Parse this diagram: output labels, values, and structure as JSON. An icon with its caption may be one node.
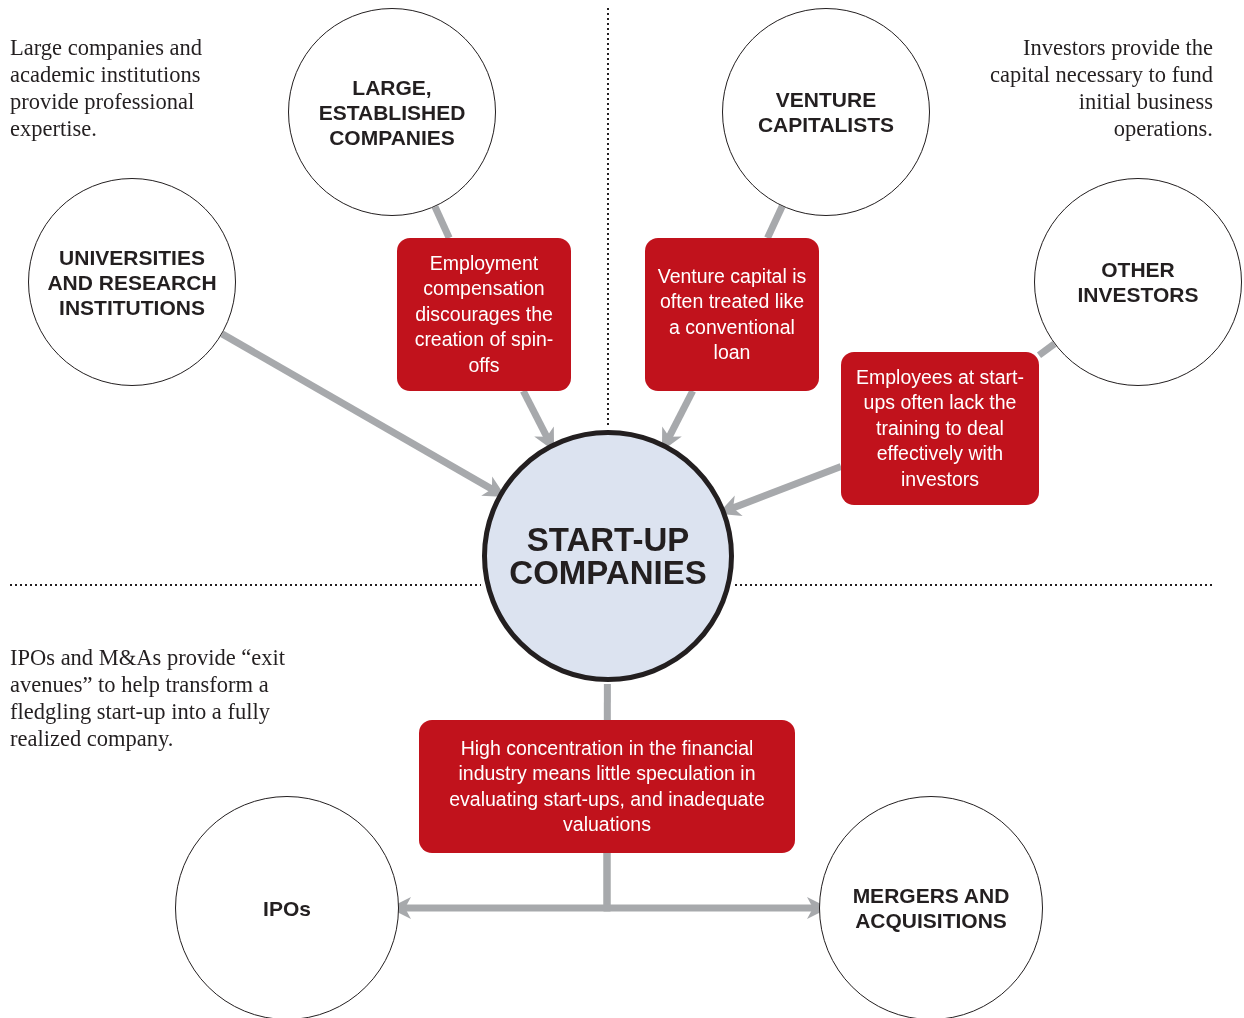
{
  "diagram": {
    "nodes": [
      {
        "text": [
          "LARGE, ESTABLISHED COMPANIES"
        ]
      },
      {
        "text": [
          "VENTURE CAPITALISTS"
        ]
      },
      {
        "text": [
          "UNIVERSITIES AND RESEARCH INSTITUTIONS"
        ]
      },
      {
        "text": [
          "OTHER INVESTORS"
        ]
      },
      {
        "text": [
          "Employment compensation discourages the creation of spin-offs"
        ]
      },
      {
        "text": [
          "Venture capital is often treated like a conventional loan"
        ]
      },
      {
        "text": [
          "Employees at start-ups often lack the training to deal effectively with investors"
        ]
      },
      {
        "text": [
          "START-UP COMPANIES"
        ]
      },
      {
        "text": [
          "High concentration in the financial industry means little speculation in evaluating start-ups, and inadequate valuations"
        ]
      },
      {
        "text": [
          "IPOs"
        ]
      },
      {
        "text": [
          "MERGERS AND ACQUISITIONS"
        ]
      }
    ],
    "edges": [
      {
        "from": 0,
        "to": 4,
        "arrow": "none"
      },
      {
        "from": 4,
        "to": 7,
        "arrow": "to"
      },
      {
        "from": 1,
        "to": 5,
        "arrow": "none"
      },
      {
        "from": 5,
        "to": 7,
        "arrow": "to"
      },
      {
        "from": 2,
        "to": 7,
        "arrow": "to"
      },
      {
        "from": 3,
        "to": 6,
        "arrow": "none"
      },
      {
        "from": 6,
        "to": 7,
        "arrow": "to"
      },
      {
        "from": 7,
        "to": 8,
        "arrow": "none"
      },
      {
        "from": 8,
        "to": 9,
        "arrow": "to"
      },
      {
        "from": 8,
        "to": 10,
        "arrow": "to"
      }
    ],
    "labels": [
      "Large companies and academic institutions provide professional expertise.",
      "Investors provide the capital necessary to fund initial business operations.",
      "IPOs and M&As provide “exit avenues” to help transform a fledgling start-up into a fully realized company."
    ]
  }
}
